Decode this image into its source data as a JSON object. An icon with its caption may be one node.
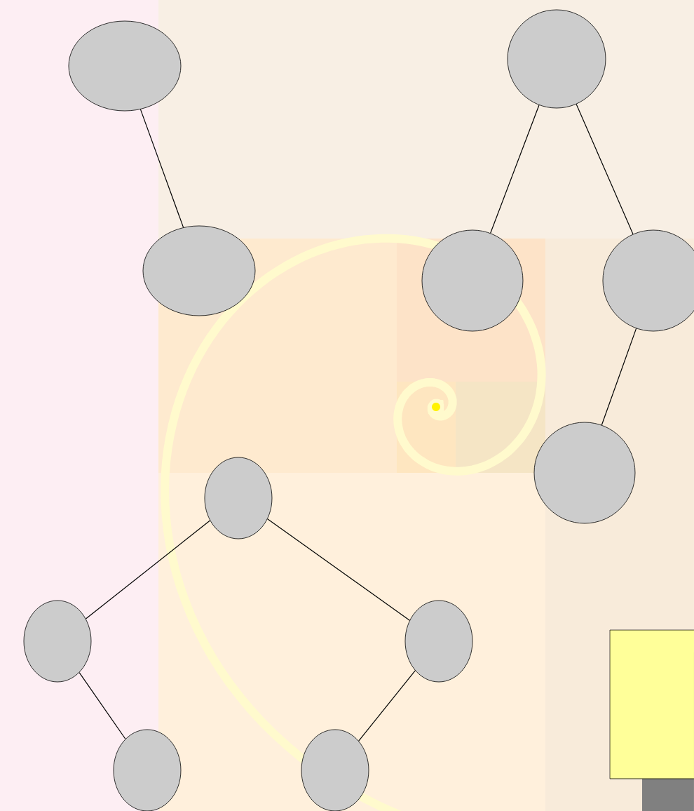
{
  "diagram": {
    "nodes": [
      {
        "text": [],
        "shape": "ellipse"
      },
      {
        "text": [],
        "shape": "ellipse"
      },
      {
        "text": [],
        "shape": "circle"
      },
      {
        "text": [],
        "shape": "circle"
      },
      {
        "text": [],
        "shape": "circle"
      },
      {
        "text": [],
        "shape": "circle"
      },
      {
        "text": [],
        "shape": "ellipse"
      },
      {
        "text": [],
        "shape": "ellipse"
      },
      {
        "text": [],
        "shape": "ellipse"
      },
      {
        "text": [],
        "shape": "ellipse"
      },
      {
        "text": [],
        "shape": "ellipse"
      }
    ],
    "edges": [
      {
        "from": 0,
        "to": 1,
        "arrow": "none"
      },
      {
        "from": 2,
        "to": 3,
        "arrow": "none"
      },
      {
        "from": 2,
        "to": 4,
        "arrow": "none"
      },
      {
        "from": 4,
        "to": 5,
        "arrow": "none"
      },
      {
        "from": 6,
        "to": 7,
        "arrow": "none"
      },
      {
        "from": 6,
        "to": 8,
        "arrow": "none"
      },
      {
        "from": 7,
        "to": 9,
        "arrow": "none"
      },
      {
        "from": 8,
        "to": 10,
        "arrow": "none"
      }
    ]
  }
}
